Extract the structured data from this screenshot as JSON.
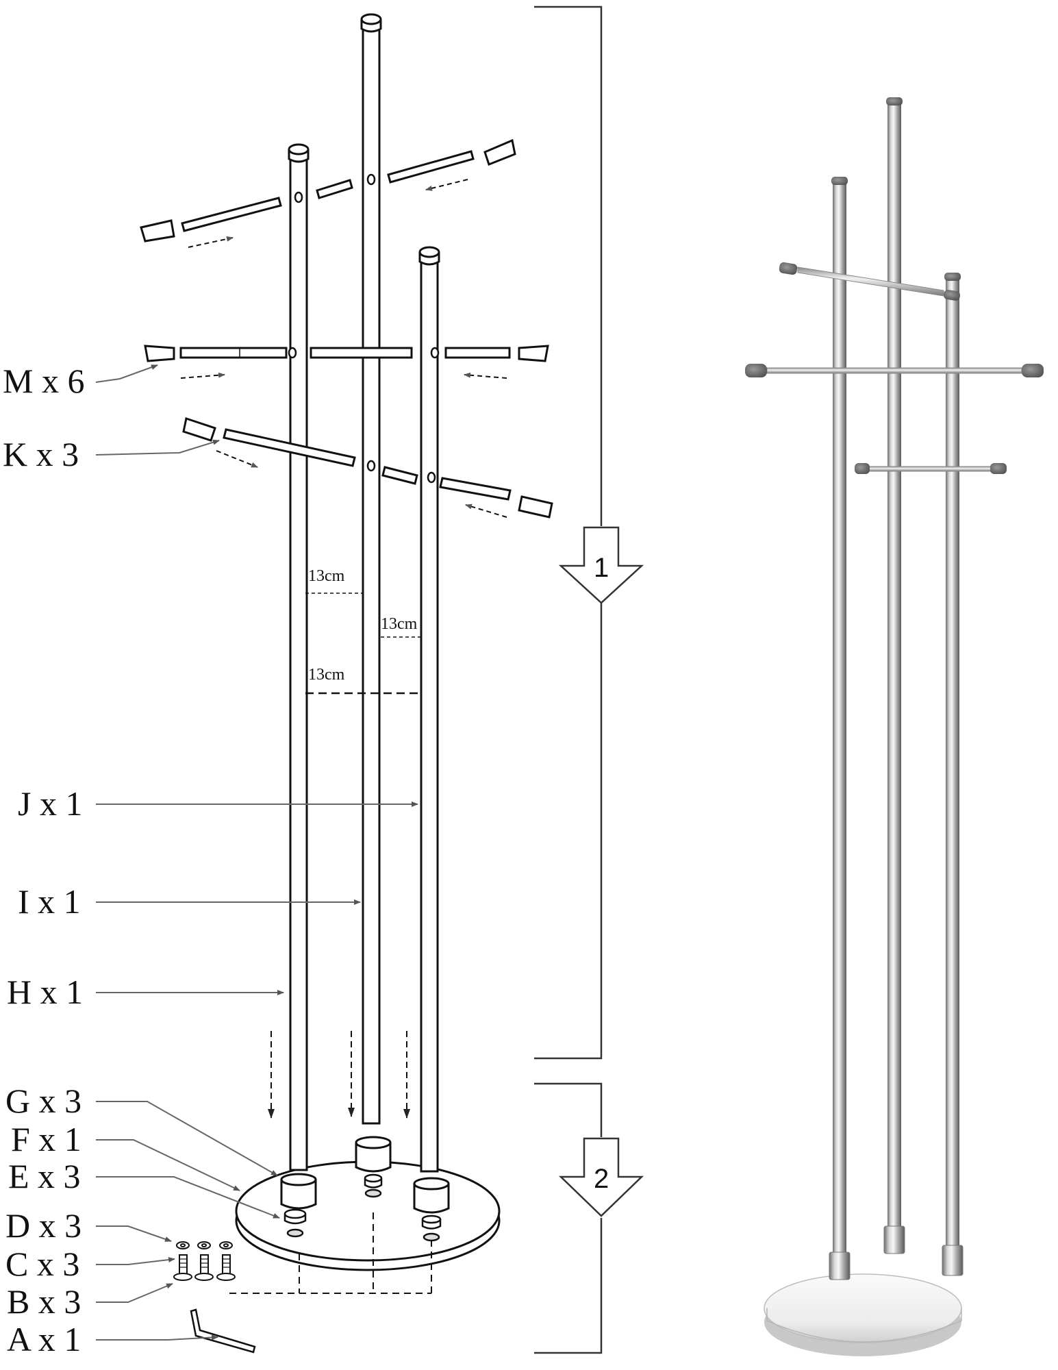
{
  "parts": [
    {
      "letter": "M",
      "qty": "6",
      "text": "M x 6"
    },
    {
      "letter": "K",
      "qty": "3",
      "text": "K x 3"
    },
    {
      "letter": "J",
      "qty": "1",
      "text": "J x 1"
    },
    {
      "letter": "I",
      "qty": "1",
      "text": "I x 1"
    },
    {
      "letter": "H",
      "qty": "1",
      "text": "H x 1"
    },
    {
      "letter": "G",
      "qty": "3",
      "text": "G x 3"
    },
    {
      "letter": "F",
      "qty": "1",
      "text": "F x 1"
    },
    {
      "letter": "E",
      "qty": "3",
      "text": "E x 3"
    },
    {
      "letter": "D",
      "qty": "3",
      "text": "D x 3"
    },
    {
      "letter": "C",
      "qty": "3",
      "text": "C x 3"
    },
    {
      "letter": "B",
      "qty": "3",
      "text": "B x 3"
    },
    {
      "letter": "A",
      "qty": "1",
      "text": "A x 1"
    }
  ],
  "dimensions": {
    "upper_left": "13cm",
    "upper_right": "13cm",
    "lower": "13cm"
  },
  "steps": [
    {
      "number": "1"
    },
    {
      "number": "2"
    }
  ],
  "colors": {
    "line": "#111111",
    "leader": "#666666",
    "chrome_light": "#f2f2f2",
    "chrome_dark": "#6e6e6e",
    "cap": "#7a7a7a",
    "marble": "#f4f4f4"
  }
}
